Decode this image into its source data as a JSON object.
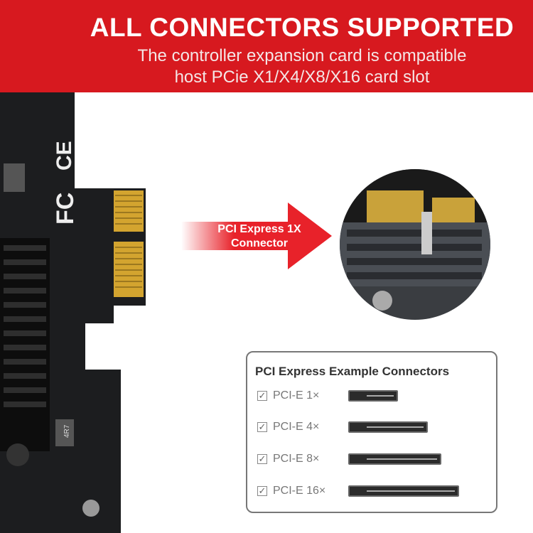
{
  "banner": {
    "title": "ALL CONNECTORS SUPPORTED",
    "subtitle_line1": "The controller expansion card is compatible",
    "subtitle_line2": "host PCie X1/X4/X8/X16 card slot",
    "color": "#d7191f"
  },
  "arrow": {
    "line1": "PCI Express 1X",
    "line2": "Connector"
  },
  "pcb_marks": {
    "fcc": "FC",
    "ce": "CE",
    "inductor": "4R7"
  },
  "example_box": {
    "title": "PCI Express Example Connectors",
    "items": [
      {
        "label": "PCI-E 1×",
        "checked": true
      },
      {
        "label": "PCI-E 4×",
        "checked": true
      },
      {
        "label": "PCI-E 8×",
        "checked": true
      },
      {
        "label": "PCI-E 16×",
        "checked": true
      }
    ],
    "check_glyph": "☑"
  }
}
